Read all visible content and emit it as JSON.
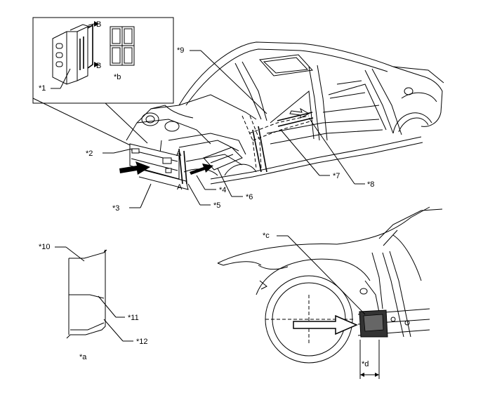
{
  "diagram": {
    "callouts": {
      "c1": "*1",
      "c2": "*2",
      "c3": "*3",
      "c4": "*4",
      "c5": "*5",
      "c6": "*6",
      "c7": "*7",
      "c8": "*8",
      "c9": "*9",
      "c10": "*10",
      "c11": "*11",
      "c12": "*12"
    },
    "notes": {
      "a": "*a",
      "b": "*b",
      "c": "*c",
      "d": "*d"
    },
    "section_marks": {
      "b_top": "B",
      "b_bottom": "B",
      "a_top": "A",
      "a_bottom": "A"
    }
  }
}
